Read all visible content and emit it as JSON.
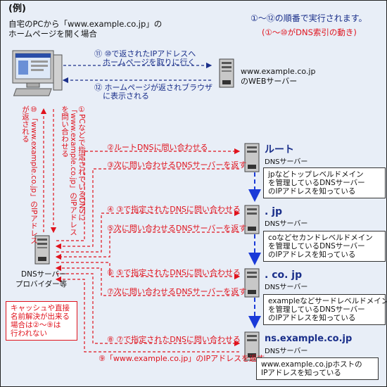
{
  "example_label": "(例)",
  "intro": [
    "自宅のPCから「www.example.co.jp」の",
    "ホームページを開く場合"
  ],
  "legend": {
    "order": "①～⑫の順番で実行されます。",
    "dns_steps": "(①～⑩がDNS索引の動き)"
  },
  "top_arrows": {
    "step11": [
      "⑪ ⑩で返されたIPアドレスへ",
      "ホームページを取りに行く"
    ],
    "step12": [
      "⑫ ホームページが返されブラウザ",
      "に表示される"
    ]
  },
  "web_server": {
    "host": "www.example.co.jp",
    "label": "のWEBサーバー"
  },
  "vertical_labels": {
    "step1": [
      "①PCなどで指定されているDNSに",
      "「www.example.co.jp」のIPアドレス",
      "を問い合わせる"
    ],
    "step10": [
      "⑩「www.example.co.jp」のIPアドレス",
      "が返される"
    ]
  },
  "provider": {
    "name": [
      "DNSサーバー",
      "プロバイダー等"
    ],
    "cache_note": [
      "キャッシュや直接",
      "名前解決が出来る",
      "場合は②～⑨は",
      "行われない"
    ]
  },
  "steps": {
    "s2": "②ルートDNSに問い合わせる",
    "s3": "③次に問い合わせるDNSサーバーを返す",
    "s4": "④ ③で指定されたDNSに問い合わせる",
    "s5": "⑤次に問い合わせるDNSサーバーを返す",
    "s6": "⑥ ⑤で指定されたDNSに問い合わせる",
    "s7": "⑦次に問い合わせるDNSサーバーを返す",
    "s8": "⑧ ⑦で指定されたDNSに問い合わせる",
    "s9": "⑨「www.example.co.jp」のIPアドレスを返す"
  },
  "servers": [
    {
      "name": "ルート",
      "type": "DNSサーバー",
      "desc": [
        "jpなどトップレベルドメイン",
        "を管理しているDNSサーバー",
        "のIPアドレスを知っている"
      ]
    },
    {
      "name": ". jp",
      "type": "DNSサーバー",
      "desc": [
        "coなどセカンドレベルドメイン",
        "を管理しているDNSサーバー",
        "のIPアドレスを知っている"
      ]
    },
    {
      "name": ". co. jp",
      "type": "DNSサーバー",
      "desc": [
        "exampleなどサードレベルドメイン",
        "を管理しているDNSサーバー",
        "のIPアドレスを知っている"
      ]
    },
    {
      "name": "ns.example.co.jp",
      "type": "DNSサーバー",
      "desc": [
        "www.example.co.jpホストの",
        "IPアドレスを知っている"
      ]
    }
  ],
  "colors": {
    "background": "#e8eef7",
    "red": "#e0121c",
    "navy": "#1a2f8a",
    "blue_arrow": "#1a3ad8"
  }
}
